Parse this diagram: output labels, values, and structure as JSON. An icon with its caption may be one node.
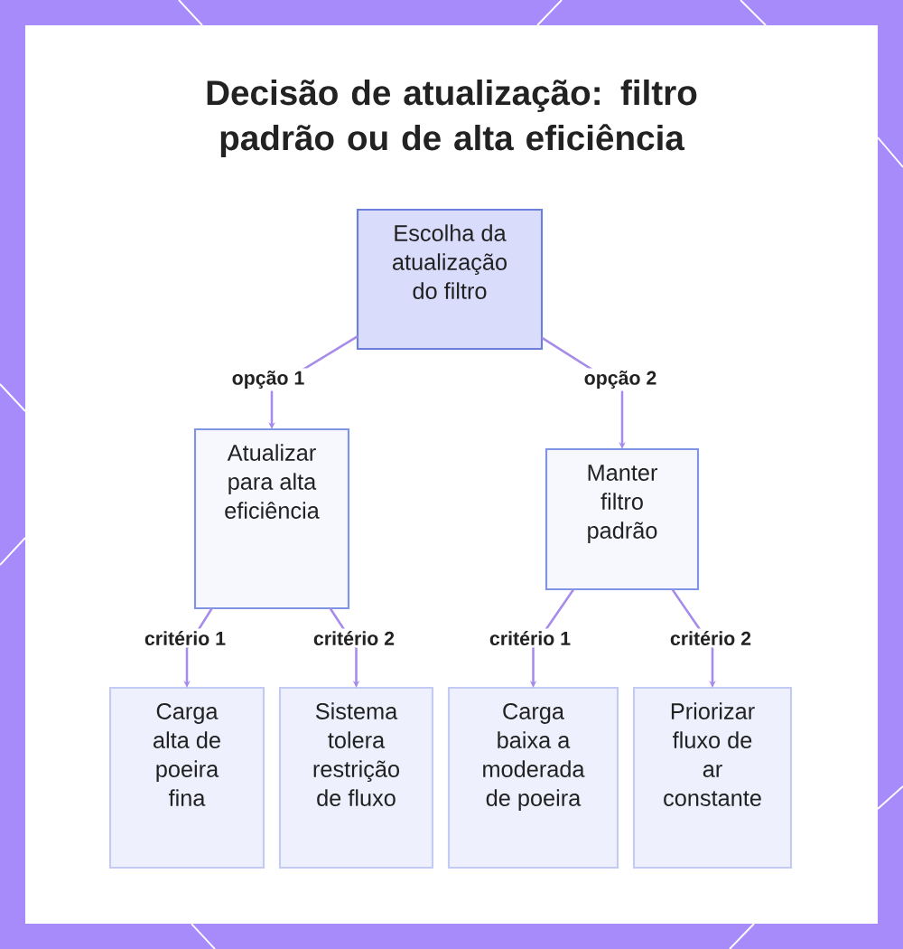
{
  "diagram": {
    "title": "Decisão de atualização: filtro padrão ou de alta eficiência",
    "nodes": [
      {
        "text": [
          "Escolha da atualização do filtro"
        ]
      },
      {
        "text": [
          "Atualizar para alta eficiência"
        ]
      },
      {
        "text": [
          "Manter filtro padrão"
        ]
      },
      {
        "text": [
          "Carga alta de poeira fina"
        ]
      },
      {
        "text": [
          "Sistema tolera restrição de fluxo"
        ]
      },
      {
        "text": [
          "Carga baixa a moderada de poeira"
        ]
      },
      {
        "text": [
          "Priorizar fluxo de ar constante"
        ]
      }
    ],
    "edges": [
      {
        "from": 0,
        "to": 1,
        "arrow": "to",
        "label": "opção 1"
      },
      {
        "from": 0,
        "to": 2,
        "arrow": "to",
        "label": "opção 2"
      },
      {
        "from": 1,
        "to": 3,
        "arrow": "to",
        "label": "critério 1"
      },
      {
        "from": 1,
        "to": 4,
        "arrow": "to",
        "label": "critério 2"
      },
      {
        "from": 2,
        "to": 5,
        "arrow": "to",
        "label": "critério 1"
      },
      {
        "from": 2,
        "to": 6,
        "arrow": "to",
        "label": "critério 2"
      }
    ]
  }
}
